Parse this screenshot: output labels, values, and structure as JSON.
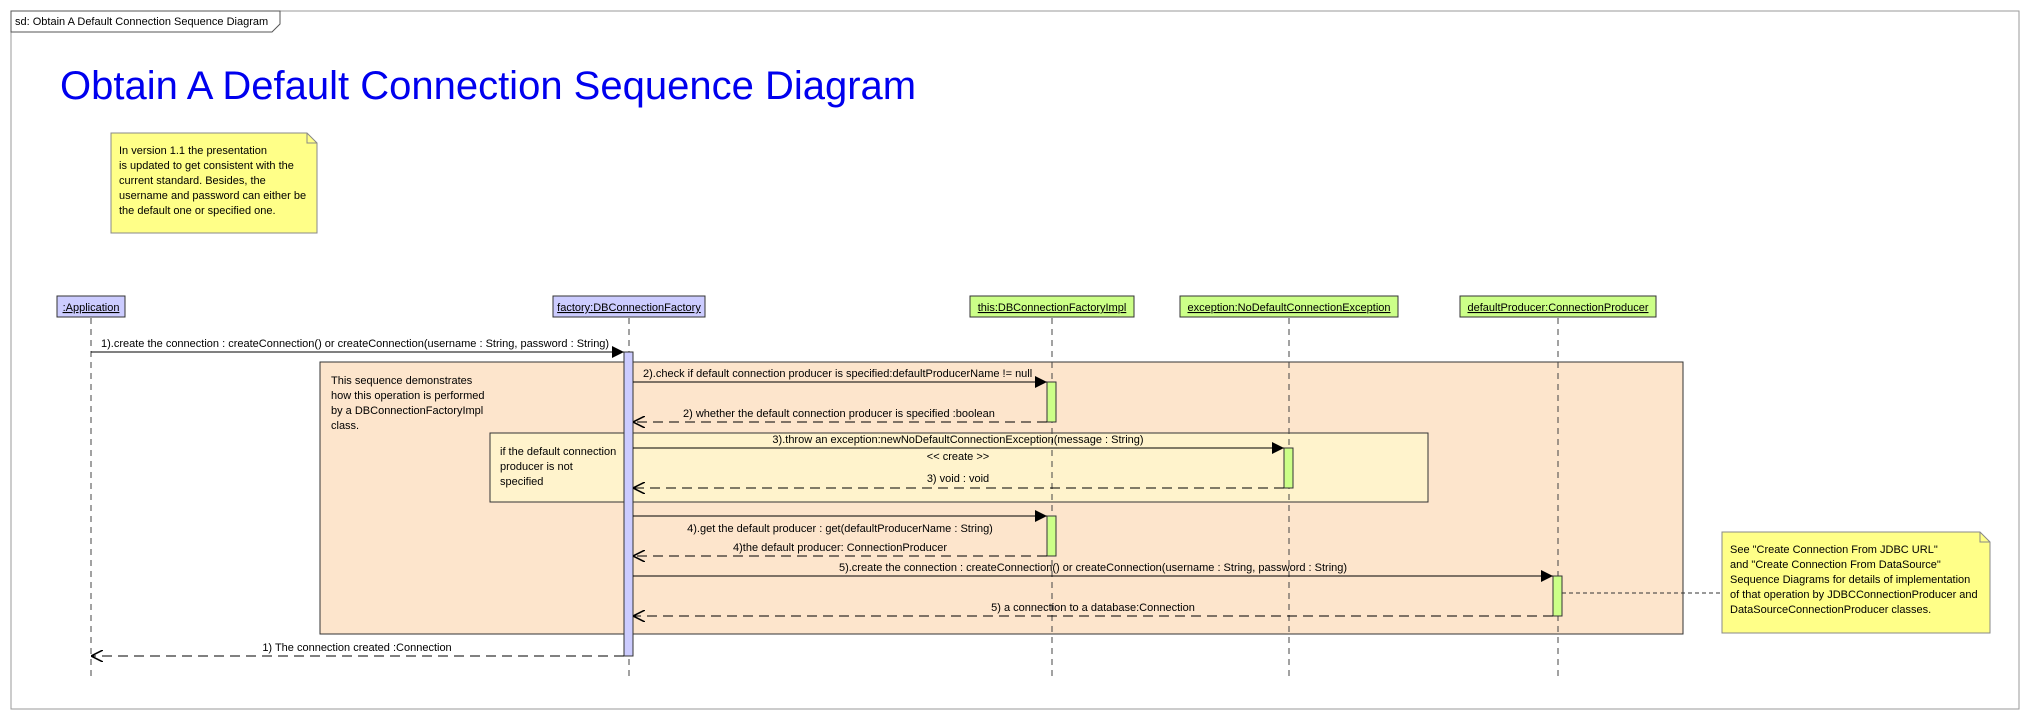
{
  "frame_label": "sd: Obtain A Default Connection Sequence Diagram",
  "title": "Obtain A Default Connection Sequence Diagram",
  "notes": {
    "version": [
      "In version 1.1 the presentation",
      "is updated to get consistent with the",
      "current standard. Besides, the",
      "username and password can either be",
      "the default one or specified one."
    ],
    "sequence": [
      "This sequence demonstrates",
      "how this operation is performed",
      "by a DBConnectionFactoryImpl",
      "class."
    ],
    "condition": [
      "if the default connection",
      "producer is not",
      "specified"
    ],
    "see_also": [
      "See \"Create Connection From JDBC URL\"",
      "and \"Create Connection From DataSource\"",
      "Sequence Diagrams for details of implementation",
      "of that operation by JDBCConnectionProducer and",
      "DataSourceConnectionProducer classes."
    ]
  },
  "lifelines": {
    "application": ":Application",
    "factory": "factory:DBConnectionFactory",
    "impl": "this:DBConnectionFactoryImpl",
    "exception": "exception:NoDefaultConnectionException",
    "producer": "defaultProducer:ConnectionProducer"
  },
  "messages": {
    "m1": "1).create the connection : createConnection() or createConnection(username : String, password : String)",
    "m2": "2).check if default connection producer is specified:defaultProducerName != null",
    "m2r": "2) whether the default connection producer is specified :boolean",
    "m3": "3).throw an exception:newNoDefaultConnectionException(message : String)",
    "m3s": "<< create >>",
    "m3r": "3) void : void",
    "m4": "4).get the default producer : get(defaultProducerName : String)",
    "m4r": "4)the default producer: ConnectionProducer",
    "m5": "5).create the connection : createConnection() or createConnection(username : String, password : String)",
    "m5r": "5) a connection to a database:Connection",
    "m1r": "1) The connection created :Connection"
  },
  "colors": {
    "title": "#0000ee",
    "note": "#ffff88",
    "outer_fragment": "#fde5cc",
    "inner_fragment": "#fff3cc",
    "lifeline_blue": "#ccccff",
    "lifeline_green": "#ccff88"
  }
}
